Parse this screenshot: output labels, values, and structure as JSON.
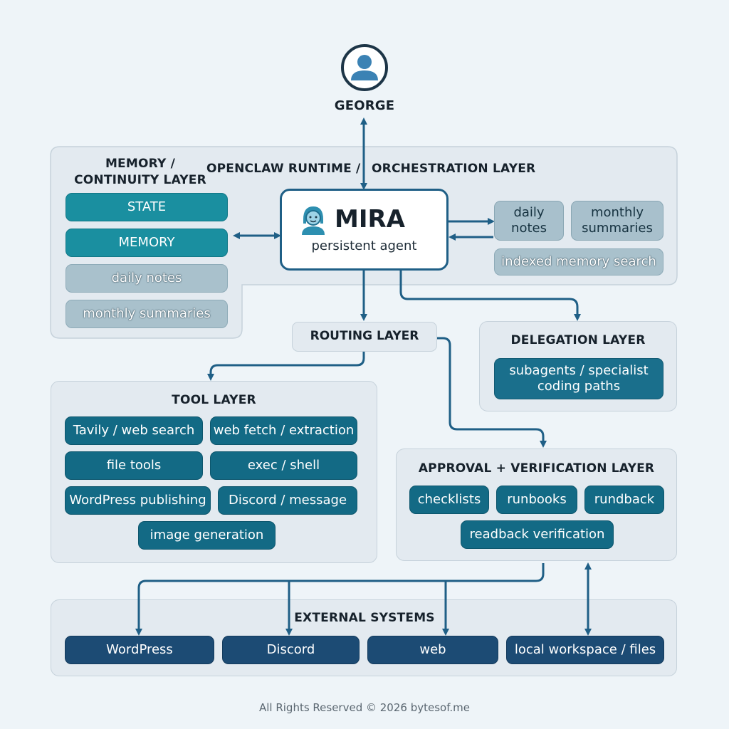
{
  "user": {
    "name": "GEORGE"
  },
  "runtime": {
    "title_left": "OPENCLAW RUNTIME /",
    "title_right": "ORCHESTRATION LAYER"
  },
  "agent": {
    "name": "MIRA",
    "subtitle": "persistent agent"
  },
  "memory_layer": {
    "title_line1": "MEMORY /",
    "title_line2": "CONTINUITY LAYER",
    "items": [
      "STATE",
      "MEMORY",
      "daily notes",
      "monthly summaries"
    ]
  },
  "memory_right": {
    "daily_line1": "daily",
    "daily_line2": "notes",
    "monthly_line1": "monthly",
    "monthly_line2": "summaries",
    "search": "indexed memory search"
  },
  "routing_layer": {
    "title": "ROUTING LAYER"
  },
  "delegation_layer": {
    "title": "DELEGATION LAYER",
    "item_line1": "subagents / specialist",
    "item_line2": "coding paths"
  },
  "tool_layer": {
    "title": "TOOL LAYER",
    "items": [
      "Tavily / web search",
      "web fetch / extraction",
      "file tools",
      "exec / shell",
      "WordPress publishing",
      "Discord / message",
      "image generation"
    ]
  },
  "approval_layer": {
    "title": "APPROVAL + VERIFICATION LAYER",
    "items": [
      "checklists",
      "runbooks",
      "rundback",
      "readback verification"
    ]
  },
  "external_systems": {
    "title": "EXTERNAL SYSTEMS",
    "items": [
      "WordPress",
      "Discord",
      "web",
      "local workspace / files"
    ]
  },
  "footer": {
    "text": "All Rights Reserved © 2026 bytesof.me"
  },
  "colors": {
    "line": "#1f5f86",
    "teal": "#1a8fa0",
    "tool": "#136a85",
    "navy": "#1c4b74",
    "panel": "#e3eaf0"
  }
}
